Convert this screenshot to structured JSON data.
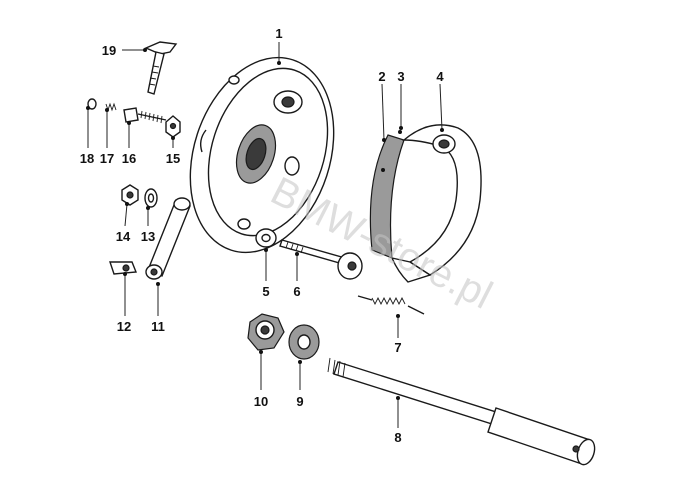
{
  "watermark": "BMW-store.pl",
  "callouts": [
    {
      "id": "c1",
      "label": "1"
    },
    {
      "id": "c2",
      "label": "2"
    },
    {
      "id": "c3",
      "label": "3"
    },
    {
      "id": "c4",
      "label": "4"
    },
    {
      "id": "c5",
      "label": "5"
    },
    {
      "id": "c6",
      "label": "6"
    },
    {
      "id": "c7",
      "label": "7"
    },
    {
      "id": "c8",
      "label": "8"
    },
    {
      "id": "c9",
      "label": "9"
    },
    {
      "id": "c10",
      "label": "10"
    },
    {
      "id": "c11",
      "label": "11"
    },
    {
      "id": "c12",
      "label": "12"
    },
    {
      "id": "c13",
      "label": "13"
    },
    {
      "id": "c14",
      "label": "14"
    },
    {
      "id": "c15",
      "label": "15"
    },
    {
      "id": "c16",
      "label": "16"
    },
    {
      "id": "c17",
      "label": "17"
    },
    {
      "id": "c18",
      "label": "18"
    },
    {
      "id": "c19",
      "label": "19"
    }
  ]
}
